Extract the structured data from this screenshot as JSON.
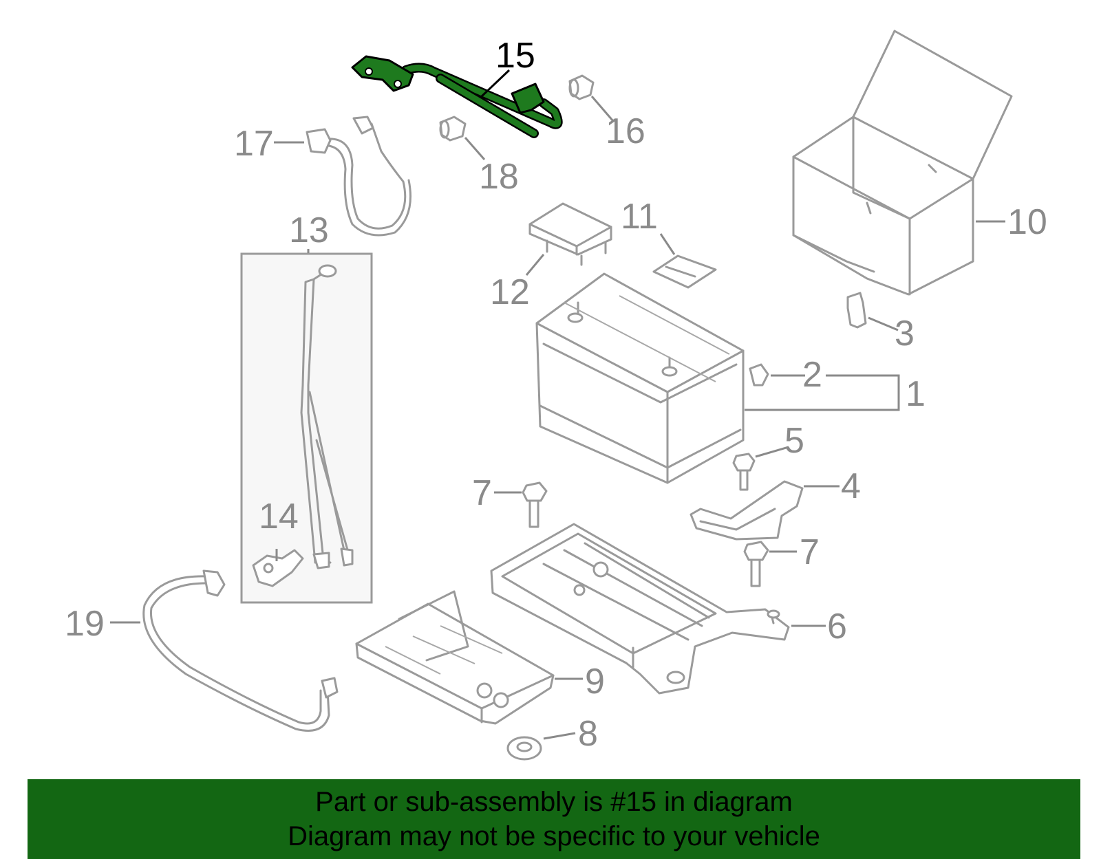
{
  "callouts": [
    {
      "id": "c1",
      "label": "1"
    },
    {
      "id": "c2",
      "label": "2"
    },
    {
      "id": "c3",
      "label": "3"
    },
    {
      "id": "c4",
      "label": "4"
    },
    {
      "id": "c5",
      "label": "5"
    },
    {
      "id": "c6",
      "label": "6"
    },
    {
      "id": "c7a",
      "label": "7"
    },
    {
      "id": "c7b",
      "label": "7"
    },
    {
      "id": "c8",
      "label": "8"
    },
    {
      "id": "c9",
      "label": "9"
    },
    {
      "id": "c10",
      "label": "10"
    },
    {
      "id": "c11",
      "label": "11"
    },
    {
      "id": "c12",
      "label": "12"
    },
    {
      "id": "c13",
      "label": "13"
    },
    {
      "id": "c14",
      "label": "14"
    },
    {
      "id": "c15",
      "label": "15"
    },
    {
      "id": "c16",
      "label": "16"
    },
    {
      "id": "c17",
      "label": "17"
    },
    {
      "id": "c18",
      "label": "18"
    },
    {
      "id": "c19",
      "label": "19"
    }
  ],
  "highlighted_part": "15",
  "colors": {
    "highlight": "#1e7a1e",
    "banner": "#136713",
    "line": "#9a9a9a"
  },
  "banner": {
    "line1": "Part or sub-assembly is #15 in diagram",
    "line2": "Diagram may not be specific to your vehicle"
  }
}
